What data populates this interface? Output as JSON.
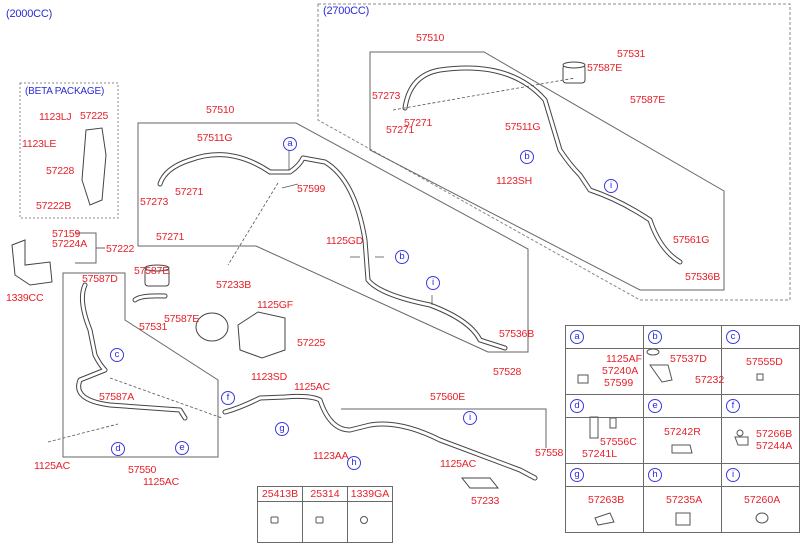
{
  "variants": {
    "left_title": "(2000CC)",
    "right_title": "(2700CC)",
    "beta_package_title": "(BETA PACKAGE)"
  },
  "beta_package": {
    "labels": [
      "1123LJ",
      "57225",
      "1123LE",
      "57228",
      "57222B"
    ]
  },
  "bracket_group": {
    "labels": [
      "57159",
      "57224A",
      "57222",
      "1339CC"
    ]
  },
  "main_2000cc": {
    "hose_assy": "57510",
    "hose": "57511G",
    "labels_upper": [
      "57273",
      "57271",
      "57271",
      "57599",
      "57233B"
    ],
    "callout_a": "a",
    "pump_group": [
      "1125GF",
      "57225",
      "1123SD",
      "1125AC"
    ],
    "return_group": {
      "assy": "57550",
      "labels": [
        "57587D",
        "57587E",
        "57531",
        "57587E",
        "57587A",
        "1125AC",
        "1125AC"
      ],
      "callouts": [
        "c",
        "d",
        "e",
        "f"
      ]
    },
    "pressure_line": {
      "labels": [
        "1125GD",
        "57536B",
        "57528"
      ],
      "callouts": [
        "b",
        "i"
      ]
    },
    "cooler_group": {
      "assy": "57560E",
      "labels": [
        "1123AA",
        "1125AC",
        "57233",
        "57558"
      ],
      "callouts": [
        "g",
        "h",
        "i"
      ]
    }
  },
  "main_2700cc": {
    "hose_assy": "57510",
    "hose": "57511G",
    "labels": [
      "57273",
      "57271",
      "57271",
      "57587E",
      "57531",
      "57587E",
      "1123SH",
      "57561G",
      "57536B"
    ],
    "callouts": [
      "b",
      "i"
    ]
  },
  "small_parts_table": {
    "headers": [
      "25413B",
      "25314",
      "1339GA"
    ]
  },
  "legend_table": {
    "cells": [
      {
        "tag": "a",
        "labels": [
          "1125AF",
          "57240A",
          "57599"
        ]
      },
      {
        "tag": "b",
        "labels": [
          "57537D",
          "57232"
        ]
      },
      {
        "tag": "c",
        "labels": [
          "57555D"
        ]
      },
      {
        "tag": "d",
        "labels": [
          "57556C",
          "57241L"
        ]
      },
      {
        "tag": "e",
        "labels": [
          "57242R"
        ]
      },
      {
        "tag": "f",
        "labels": [
          "57266B",
          "57244A"
        ]
      },
      {
        "tag": "g",
        "labels": [
          "57263B"
        ]
      },
      {
        "tag": "h",
        "labels": [
          "57235A"
        ]
      },
      {
        "tag": "i",
        "labels": [
          "57260A"
        ]
      }
    ]
  }
}
